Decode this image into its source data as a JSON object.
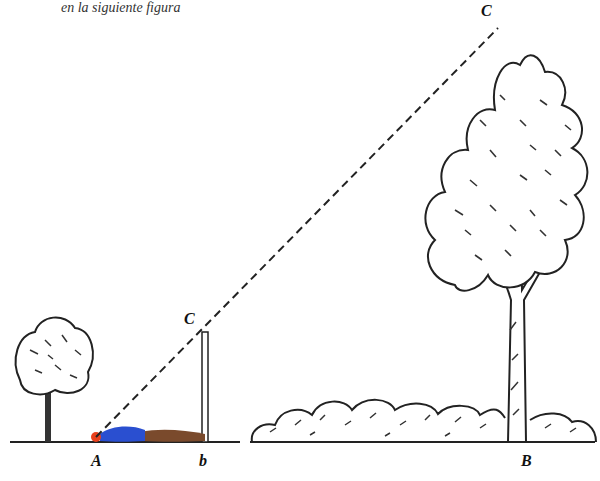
{
  "diagram": {
    "labels": [
      "en la siguiente figura",
      "C",
      "C",
      "A",
      "b",
      "B"
    ]
  }
}
